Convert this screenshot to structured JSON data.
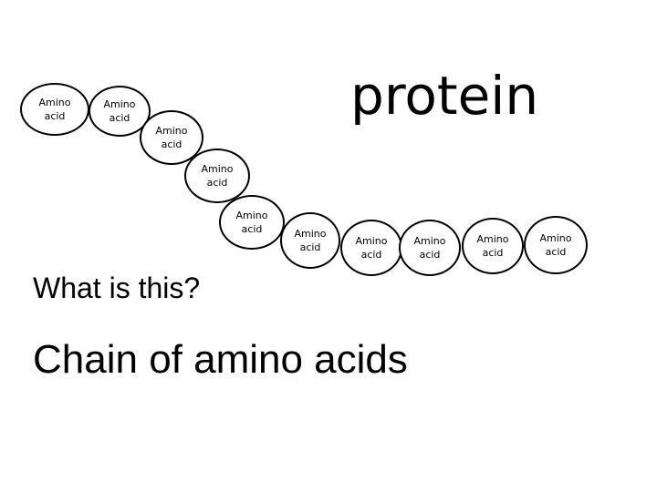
{
  "title": "protein",
  "question": "What is this?",
  "answer": "Chain of amino acids",
  "amino_acids": [
    {
      "line1": "Amino",
      "line2": "acid"
    },
    {
      "line1": "Amino",
      "line2": "acid"
    },
    {
      "line1": "Amino",
      "line2": "acid"
    },
    {
      "line1": "Amino",
      "line2": "acid"
    },
    {
      "line1": "Amino",
      "line2": "acid"
    },
    {
      "line1": "Amino",
      "line2": "acid"
    },
    {
      "line1": "Amino",
      "line2": "acid"
    },
    {
      "line1": "Amino",
      "line2": "acid"
    },
    {
      "line1": "Amino",
      "line2": "acid"
    },
    {
      "line1": "Amino",
      "line2": "acid"
    }
  ]
}
